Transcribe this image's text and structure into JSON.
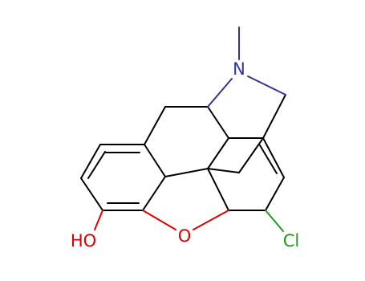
{
  "molecule": {
    "atoms": {
      "nitrogen": {
        "symbol": "N",
        "color": "#33339a"
      },
      "hydroxyl": {
        "symbol": "HO",
        "color": "#dd0000"
      },
      "oxygen": {
        "symbol": "O",
        "color": "#dd0000"
      },
      "chlorine": {
        "symbol": "Cl",
        "color": "#1a9c1a"
      }
    },
    "bond_color": "#000000"
  }
}
